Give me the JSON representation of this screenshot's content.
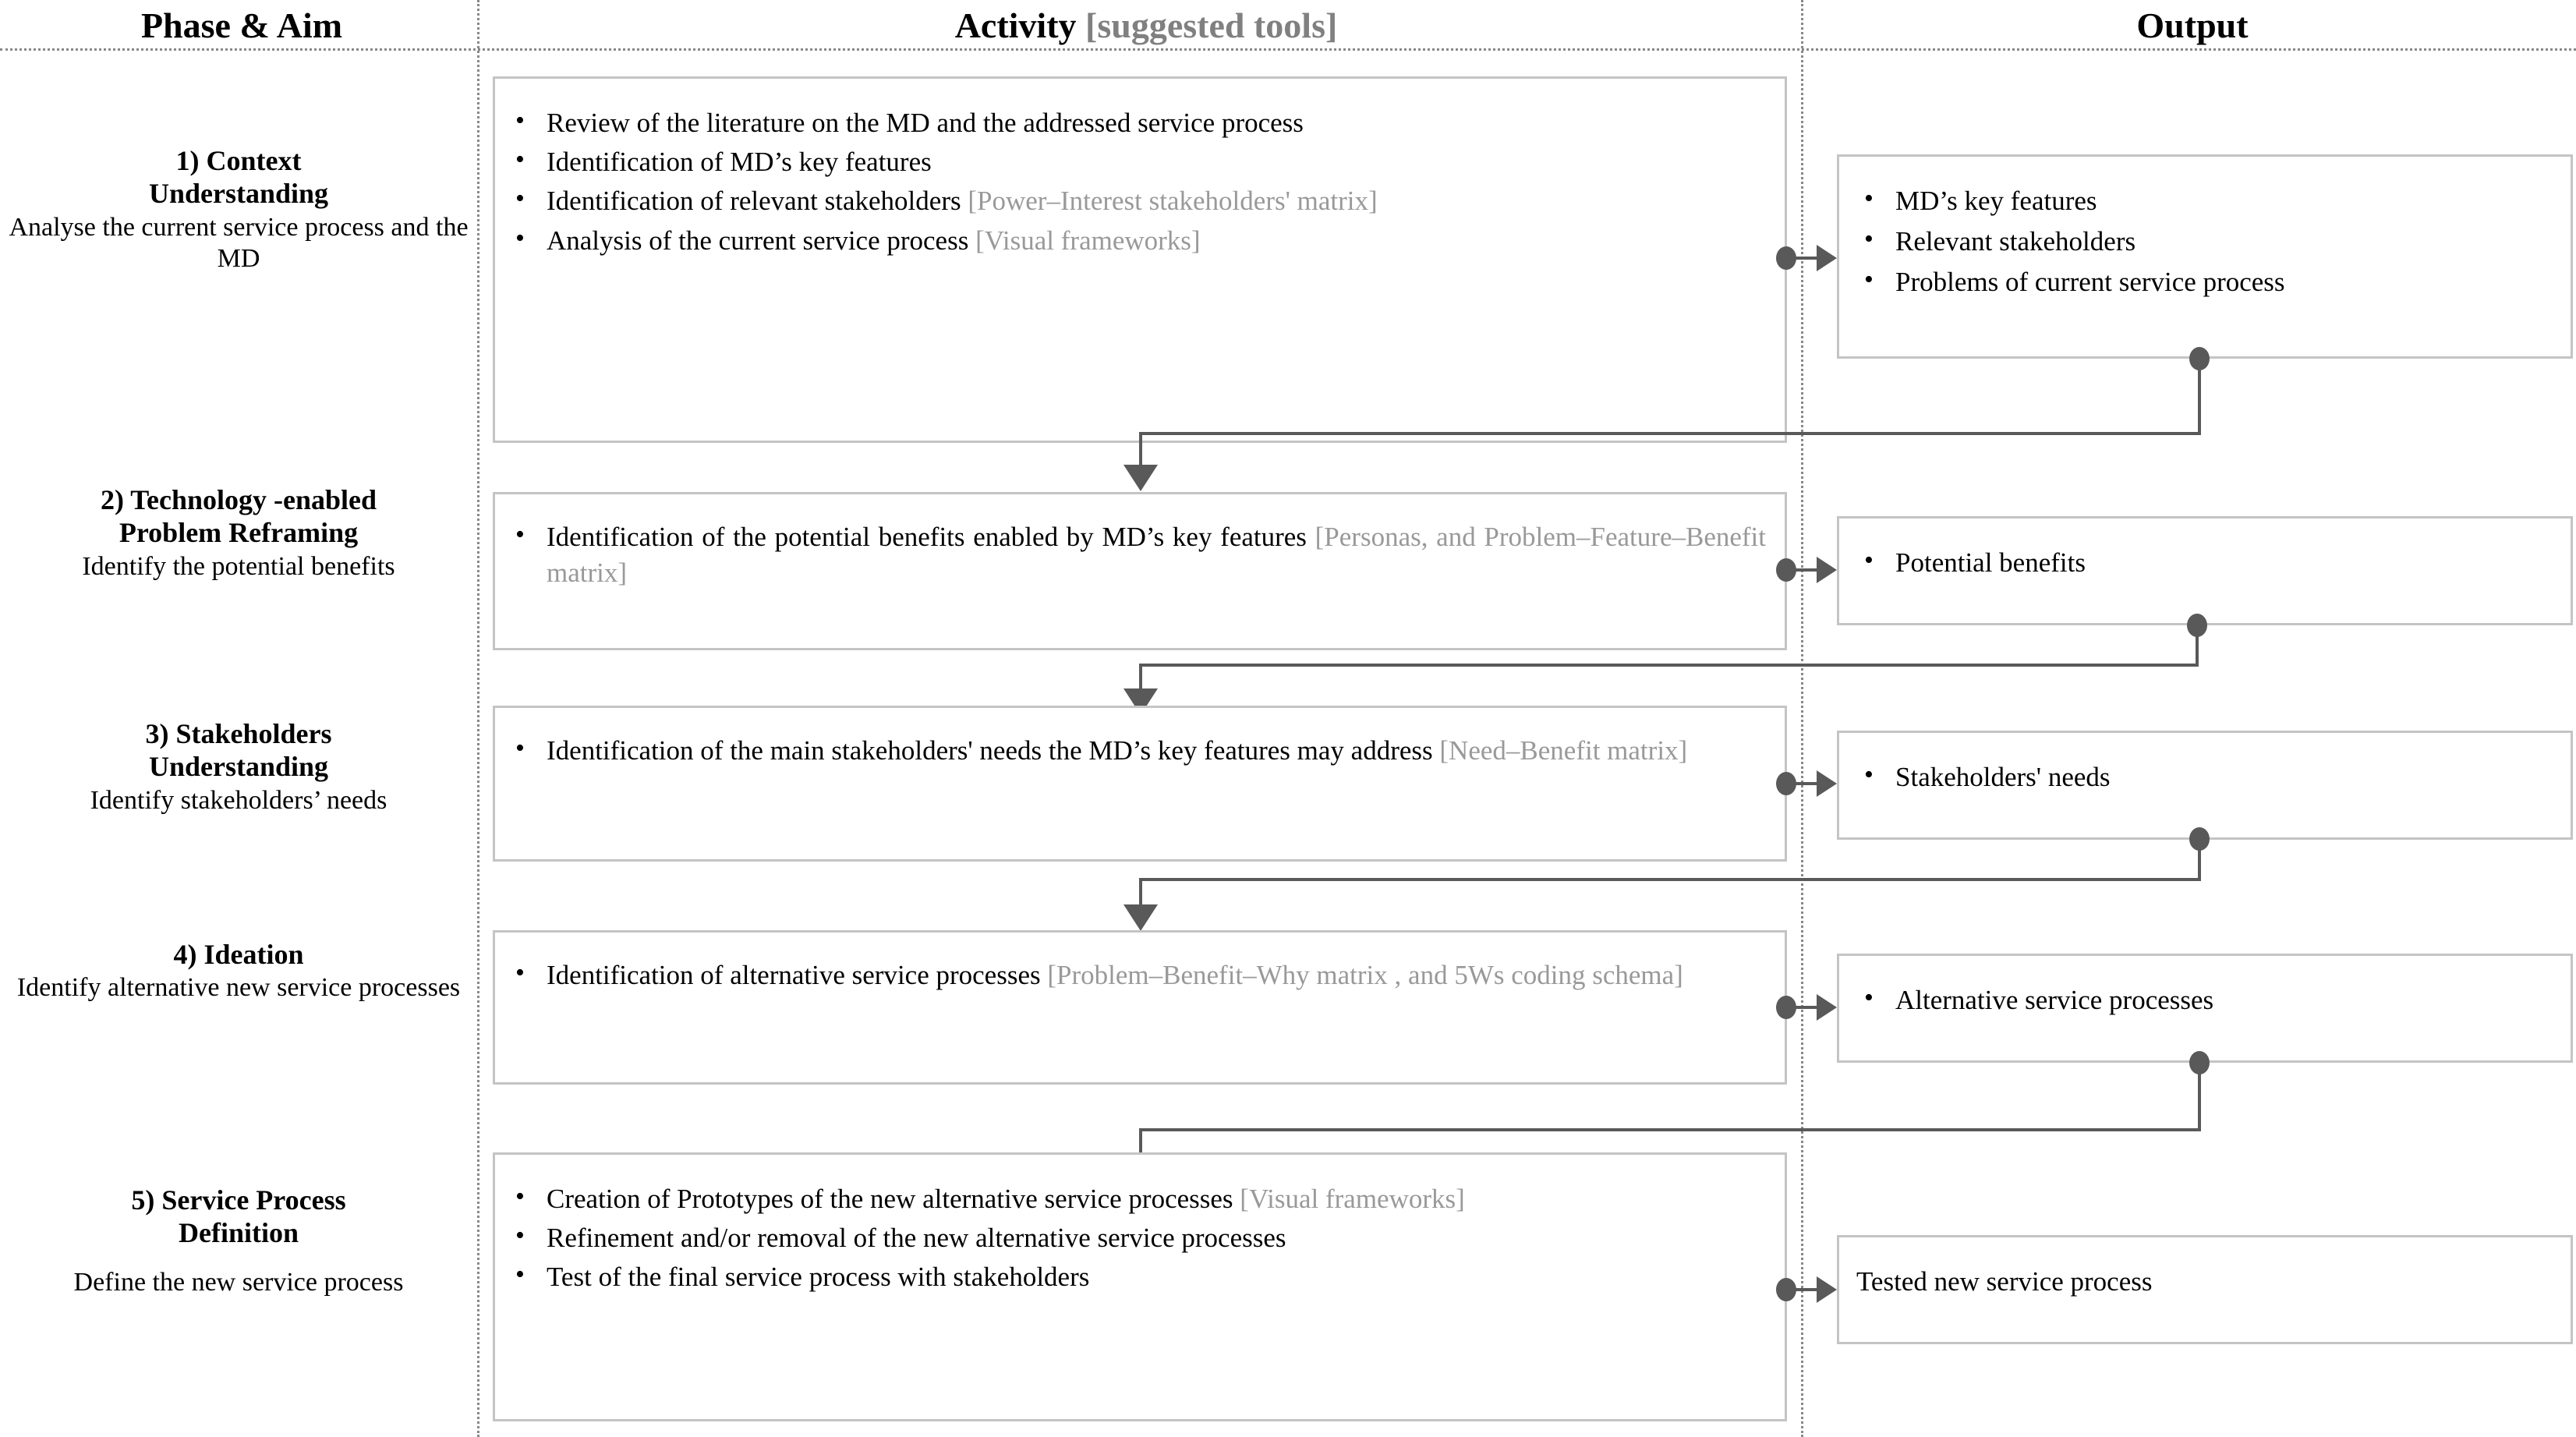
{
  "header": {
    "phase": "Phase & Aim",
    "activity_main": "Activity",
    "activity_tools": "[suggested tools]",
    "output": "Output"
  },
  "colors": {
    "box_border": "#c4c4c4",
    "connector": "#595959",
    "tools_grey": "#999999",
    "divider": "#888888"
  },
  "rows": [
    {
      "phase_name": "1) Context\nUnderstanding",
      "phase_name_lines": [
        "1) Context",
        "Understanding"
      ],
      "phase_aim": "Analyse the current service process and the MD",
      "activity_items": [
        {
          "text": "Review of the literature on the MD and the addressed service process",
          "tools": ""
        },
        {
          "text": "Identification of MD’s key features",
          "tools": ""
        },
        {
          "text": "Identification of relevant stakeholders ",
          "tools": "[Power–Interest stakeholders' matrix]"
        },
        {
          "text": "Analysis of the current service process ",
          "tools": "[Visual frameworks]"
        }
      ],
      "output_items": [
        "MD’s key features",
        "Relevant stakeholders",
        "Problems of current service process"
      ],
      "output_bulleted": true
    },
    {
      "phase_name_lines": [
        "2) Technology -enabled",
        "Problem Reframing"
      ],
      "phase_aim": "Identify the potential benefits",
      "activity_items": [
        {
          "text": "Identification of the potential benefits enabled by MD’s key features ",
          "tools": "[Personas, and Problem–Feature–Benefit matrix]"
        }
      ],
      "output_items": [
        "Potential benefits"
      ],
      "output_bulleted": true
    },
    {
      "phase_name_lines": [
        "3) Stakeholders",
        "Understanding"
      ],
      "phase_aim": "Identify stakeholders’ needs",
      "activity_items": [
        {
          "text": "Identification of the main stakeholders' needs the MD’s key features may address ",
          "tools": "[Need–Benefit matrix]"
        }
      ],
      "output_items": [
        "Stakeholders' needs"
      ],
      "output_bulleted": true
    },
    {
      "phase_name_lines": [
        "4) Ideation"
      ],
      "phase_aim": "Identify alternative new service processes",
      "activity_items": [
        {
          "text": "Identification of alternative service processes ",
          "tools": "[Problem–Benefit–Why matrix , and 5Ws coding schema]"
        }
      ],
      "output_items": [
        "Alternative service processes"
      ],
      "output_bulleted": true
    },
    {
      "phase_name_lines": [
        "5) Service Process",
        "Definition"
      ],
      "phase_aim": "Define the new service process",
      "activity_items": [
        {
          "text": "Creation of Prototypes of the new alternative service processes ",
          "tools": "[Visual frameworks]"
        },
        {
          "text": "Refinement and/or removal of the new alternative service processes",
          "tools": ""
        },
        {
          "text": "Test of the final service process with stakeholders",
          "tools": ""
        }
      ],
      "output_items": [
        "Tested new service process"
      ],
      "output_bulleted": false
    }
  ]
}
